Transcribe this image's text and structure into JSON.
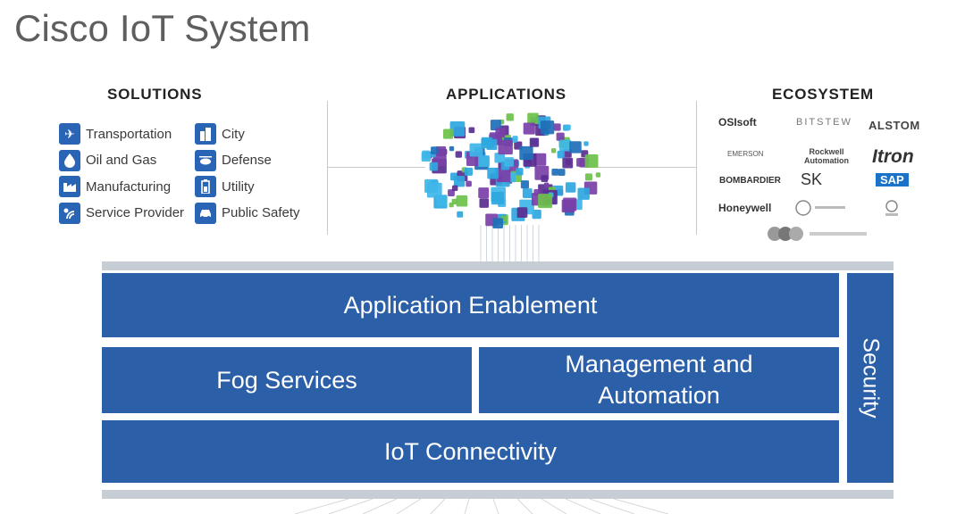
{
  "title": "Cisco IoT System",
  "solutions": {
    "heading": "SOLUTIONS",
    "items": [
      {
        "label": "Transportation",
        "icon": "airplane-icon"
      },
      {
        "label": "Oil and Gas",
        "icon": "drop-icon"
      },
      {
        "label": "Manufacturing",
        "icon": "factory-icon"
      },
      {
        "label": "Service Provider",
        "icon": "signal-icon"
      },
      {
        "label": "City",
        "icon": "buildings-icon"
      },
      {
        "label": "Defense",
        "icon": "helicopter-icon"
      },
      {
        "label": "Utility",
        "icon": "battery-icon"
      },
      {
        "label": "Public Safety",
        "icon": "car-icon"
      }
    ]
  },
  "applications": {
    "heading": "APPLICATIONS"
  },
  "ecosystem": {
    "heading": "ECOSYSTEM",
    "logos": {
      "osi": "OSIsoft",
      "bitstew": "BITSTEW",
      "alstom": "ALSTOM",
      "emerson": "EMERSON",
      "rockwell": "Rockwell Automation",
      "itron": "Itron",
      "bombardier": "BOMBARDIER",
      "sk": "SK",
      "sap": "SAP",
      "honeywell": "Honeywell"
    }
  },
  "stack": {
    "application_enablement": "Application Enablement",
    "fog_services": "Fog Services",
    "management_line1": "Management and",
    "management_line2": "Automation",
    "iot_connectivity": "IoT Connectivity",
    "security": "Security"
  },
  "colors": {
    "block": "#2b5fa8",
    "icon_bg": "#2a64b5",
    "cloud": [
      "#2ea7e0",
      "#5a2d91",
      "#6cc04a",
      "#1d6fb8",
      "#7a3fa8",
      "#3fb6e8"
    ]
  }
}
